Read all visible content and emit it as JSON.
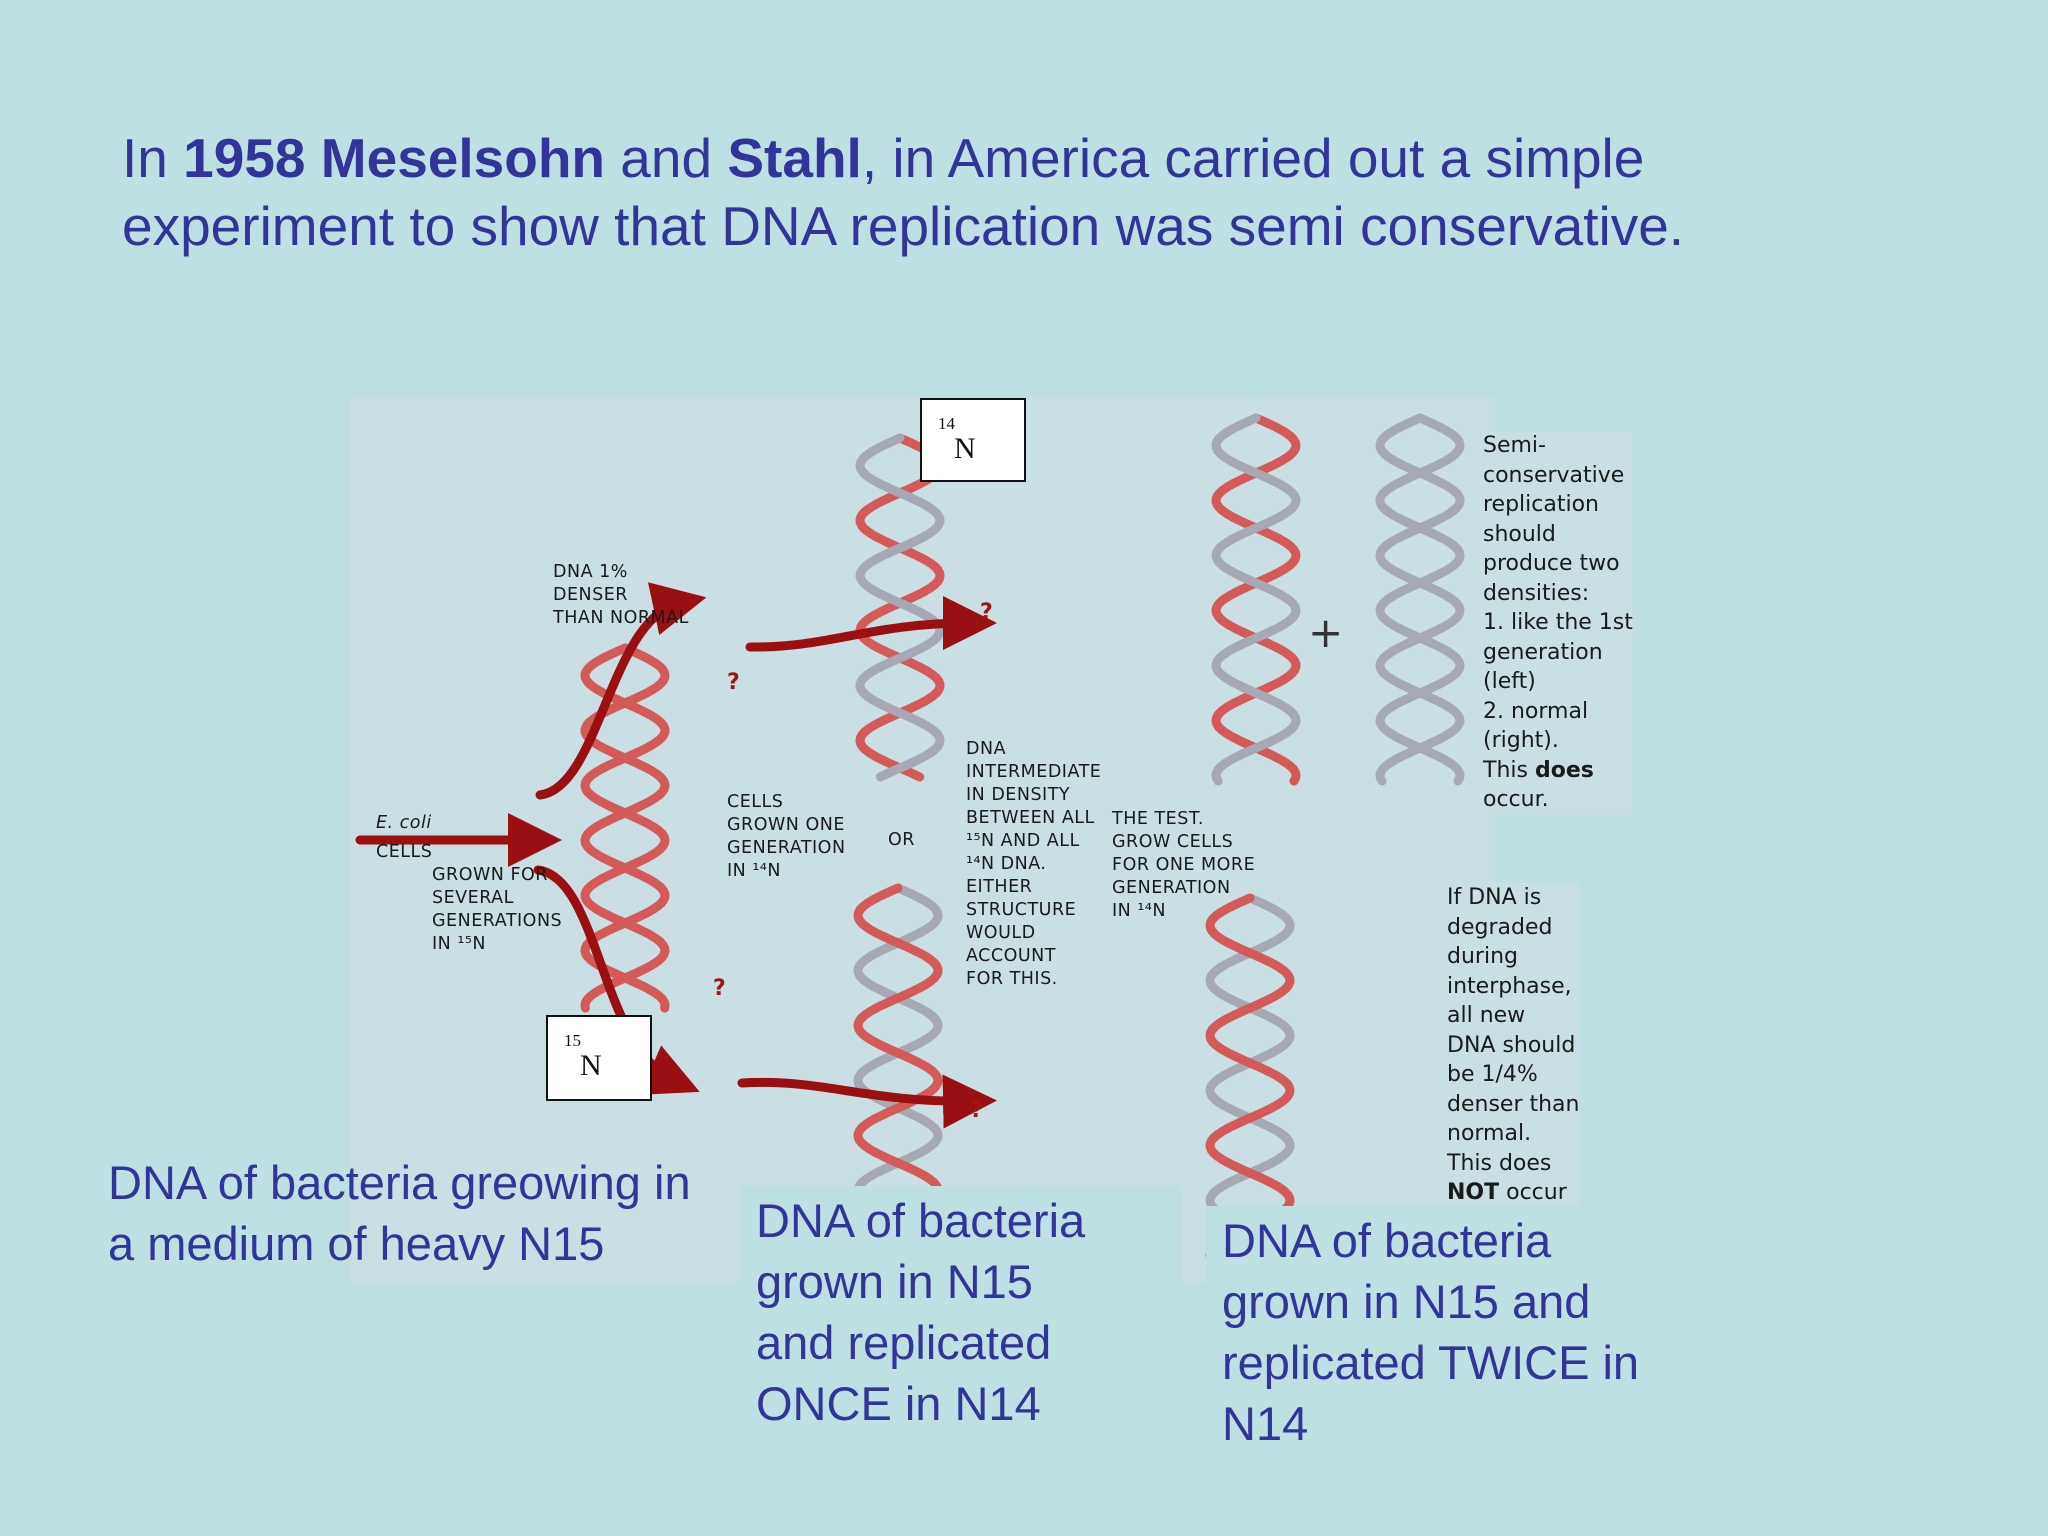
{
  "title": {
    "p1": "In ",
    "year_names": "1958 Meselsohn",
    "p2": " and ",
    "name2": "Stahl",
    "p3": ", in America carried out a simple experiment to show that DNA replication was semi conservative."
  },
  "diagram": {
    "box_n15": {
      "base": "N",
      "sup": "15"
    },
    "box_n14": {
      "base": "N",
      "sup": "14"
    },
    "label_denser": [
      "DNA 1%",
      "DENSER",
      "THAN NORMAL"
    ],
    "label_ecoli": "E. coli",
    "label_cells": "CELLS",
    "label_grown": [
      "GROWN FOR",
      "SEVERAL",
      "GENERATIONS",
      "IN ¹⁵N"
    ],
    "label_cells_one": [
      "CELLS",
      "GROWN ONE",
      "GENERATION",
      "IN ¹⁴N"
    ],
    "label_or": "OR",
    "label_intermediate": [
      "DNA",
      "INTERMEDIATE",
      "IN DENSITY",
      "BETWEEN ALL",
      "¹⁵N AND ALL",
      "¹⁴N DNA.",
      "EITHER",
      "STRUCTURE",
      "WOULD",
      "ACCOUNT",
      "FOR THIS."
    ],
    "label_test": [
      "THE TEST.",
      "GROW CELLS",
      "FOR ONE MORE",
      "GENERATION",
      "IN ¹⁴N"
    ],
    "question_mark": "?",
    "plus_sign": "+",
    "note_semi": [
      "Semi-",
      "conservative",
      "replication",
      "should",
      "produce two",
      "densities:",
      "1. like the 1st",
      "generation",
      "(left)",
      "2. normal",
      "(right).",
      "This "
    ],
    "note_semi_bold": "does",
    "note_semi_end": "occur.",
    "note_degraded": [
      "If DNA is",
      "degraded",
      "during",
      "interphase,",
      "all new",
      "DNA should",
      "be 1/4%",
      "denser than",
      "normal.",
      "This does"
    ],
    "note_degraded_bold": "NOT",
    "note_degraded_end": " occur",
    "colors": {
      "strand_red": "#d45a5a",
      "strand_grey": "#a6a9b4",
      "arrow": "#9a0f12",
      "caption_text": "#33349a"
    }
  },
  "captions": {
    "heavy": [
      "DNA of bacteria greowing in",
      "a medium of heavy N15"
    ],
    "once": [
      "DNA of bacteria",
      "grown in N15",
      "and replicated",
      "ONCE in N14"
    ],
    "twice": [
      "DNA of bacteria",
      "grown in N15 and",
      "replicated TWICE in",
      "N14"
    ]
  }
}
